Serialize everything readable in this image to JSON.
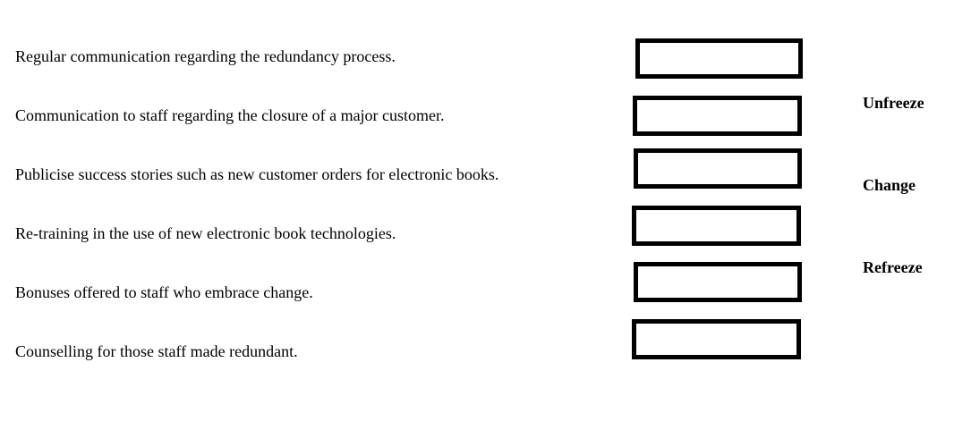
{
  "statements": [
    "Regular communication regarding the redundancy process.",
    "Communication to staff regarding the closure of a major customer.",
    "Publicise success stories such as new customer orders for electronic books.",
    "Re-training in the use of new electronic book technologies.",
    "Bonuses offered to staff who embrace change.",
    "Counselling for those staff made redundant."
  ],
  "stages": [
    "Unfreeze",
    "Change",
    "Refreeze"
  ]
}
